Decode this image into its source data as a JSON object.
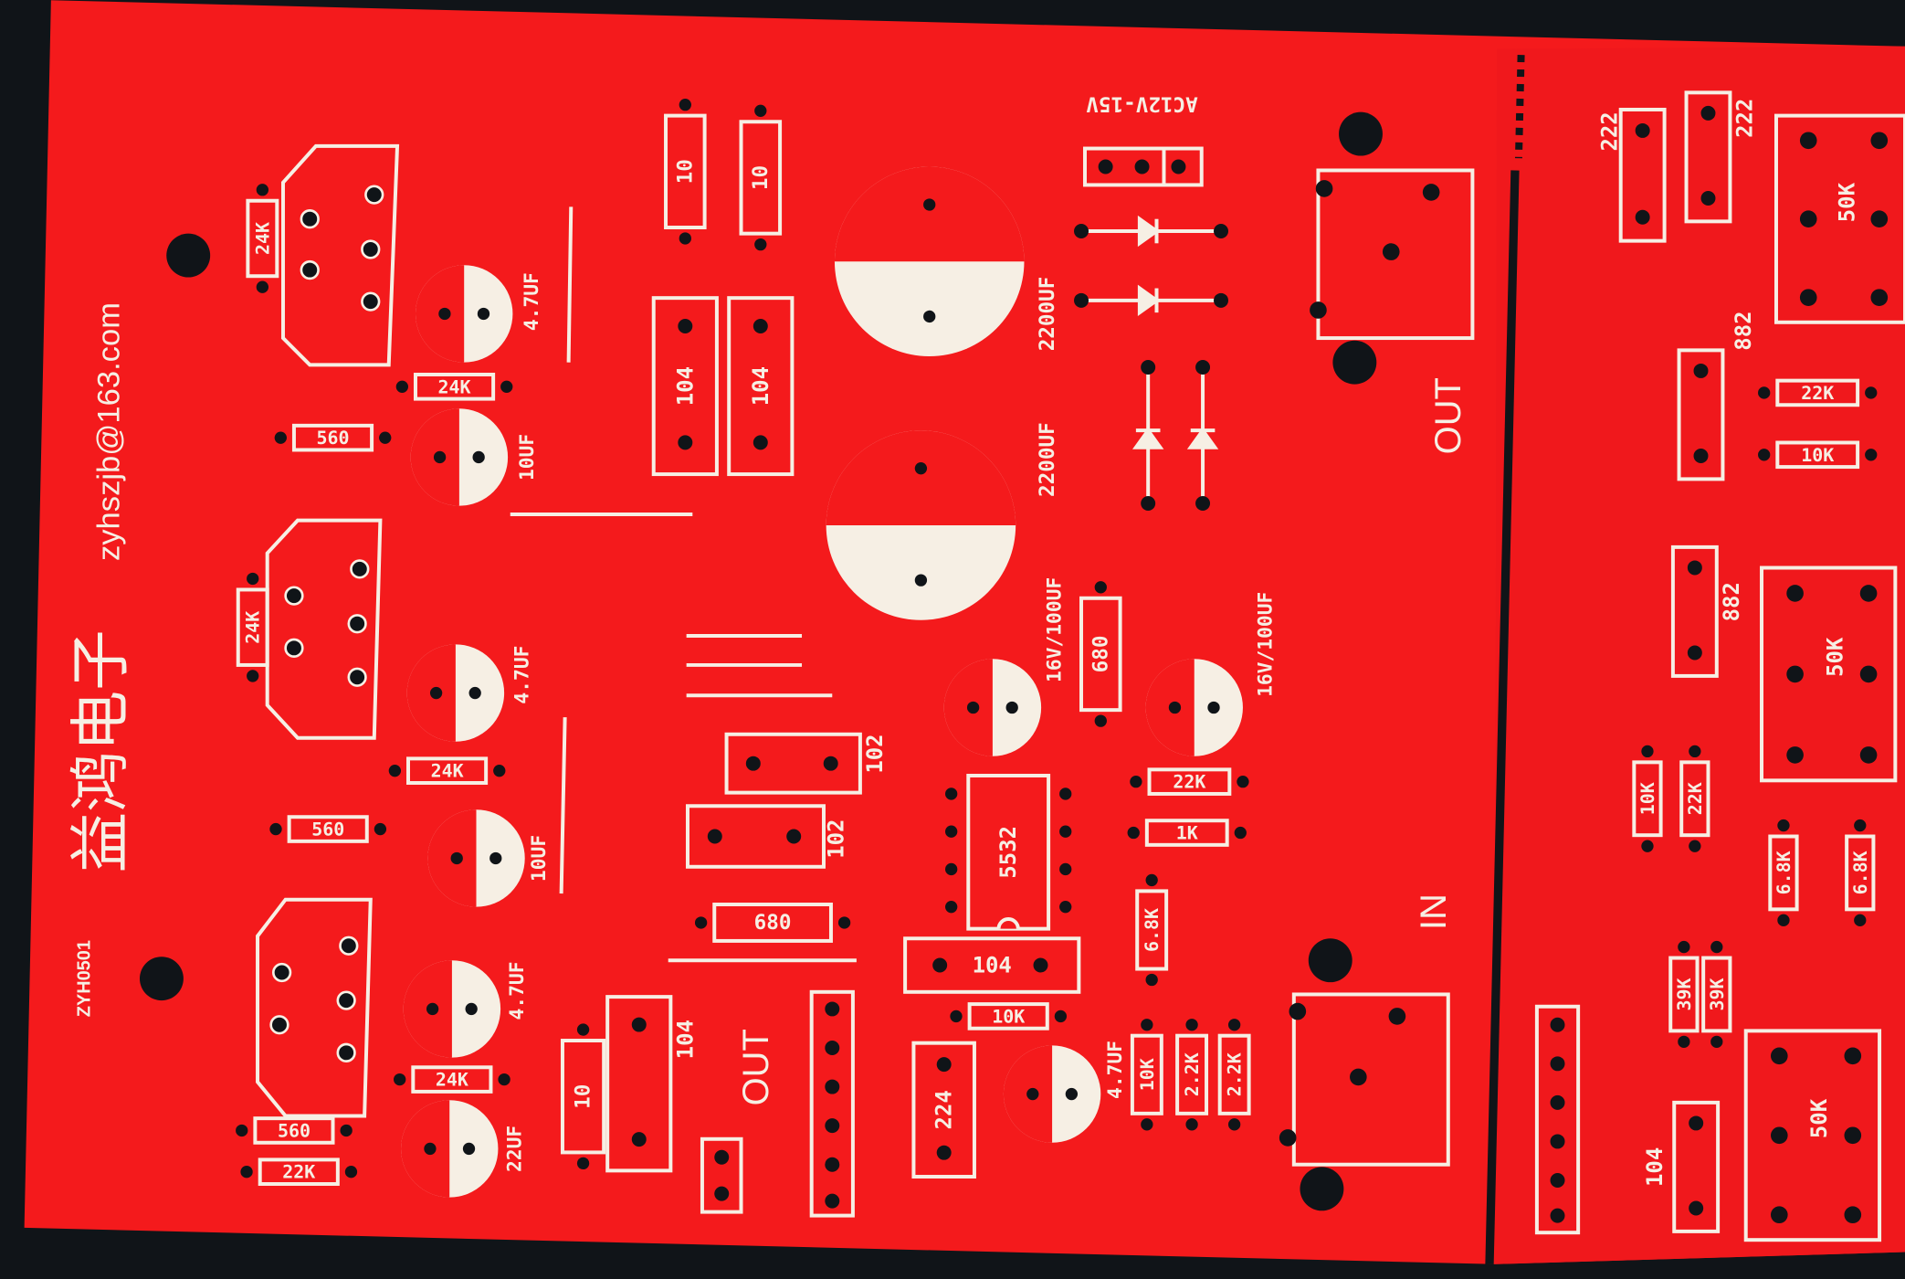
{
  "board": {
    "email": "zyhszjb@163.com",
    "maker": "益鸿电子",
    "model": "ZYH0501",
    "power_label": "AC12V-15V",
    "out_label_1": "OUT",
    "out_label_2": "OUT",
    "in_label": "IN",
    "colors": {
      "board": "#f41a1c",
      "silkscreen": "#f6efe4",
      "background": "#101418"
    }
  },
  "components": [
    {
      "label": "24K"
    },
    {
      "label": "24K"
    },
    {
      "label": "560"
    },
    {
      "label": "24K"
    },
    {
      "label": "24K"
    },
    {
      "label": "560"
    },
    {
      "label": "24K"
    },
    {
      "label": "560"
    },
    {
      "label": "22K"
    },
    {
      "label": "10"
    },
    {
      "label": "10"
    },
    {
      "label": "104"
    },
    {
      "label": "104"
    },
    {
      "label": "2200UF"
    },
    {
      "label": "2200UF"
    },
    {
      "label": "4.7UF"
    },
    {
      "label": "10UF"
    },
    {
      "label": "4.7UF"
    },
    {
      "label": "10UF"
    },
    {
      "label": "4.7UF"
    },
    {
      "label": "22UF"
    },
    {
      "label": "16V/100UF"
    },
    {
      "label": "16V/100UF"
    },
    {
      "label": "4.7UF"
    },
    {
      "label": "680"
    },
    {
      "label": "5532"
    },
    {
      "label": "104"
    },
    {
      "label": "10K"
    },
    {
      "label": "22K"
    },
    {
      "label": "1K"
    },
    {
      "label": "6.8K"
    },
    {
      "label": "10K"
    },
    {
      "label": "2.2K"
    },
    {
      "label": "2.2K"
    },
    {
      "label": "224"
    },
    {
      "label": "102"
    },
    {
      "label": "102"
    },
    {
      "label": "680"
    },
    {
      "label": "10"
    },
    {
      "label": "104"
    },
    {
      "label": "222"
    },
    {
      "label": "222"
    },
    {
      "label": "50K"
    },
    {
      "label": "882"
    },
    {
      "label": "22K"
    },
    {
      "label": "10K"
    },
    {
      "label": "882"
    },
    {
      "label": "50K"
    },
    {
      "label": "10K"
    },
    {
      "label": "22K"
    },
    {
      "label": "6.8K"
    },
    {
      "label": "6.8K"
    },
    {
      "label": "39K"
    },
    {
      "label": "39K"
    },
    {
      "label": "50K"
    },
    {
      "label": "104"
    }
  ]
}
